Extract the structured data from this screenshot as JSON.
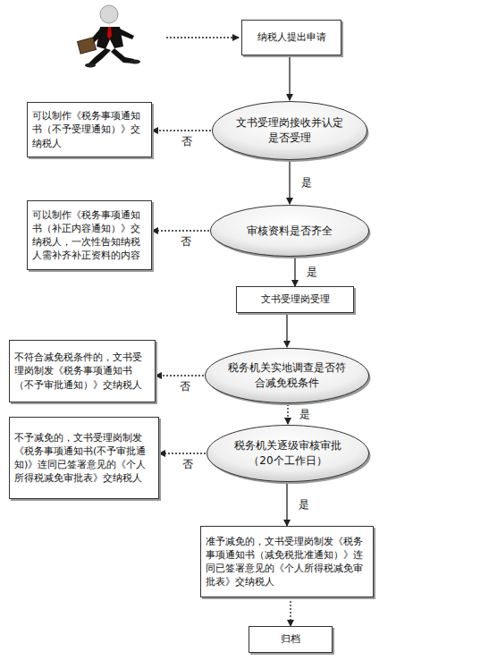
{
  "diagram": {
    "nodes": [
      {
        "text": [
          "纳税人提出申请"
        ]
      },
      {
        "text": [
          "文书受理岗接收并认定是否受理"
        ]
      },
      {
        "text": [
          "可以制作《税务事项通知书（不予受理通知）》交纳税人"
        ]
      },
      {
        "text": [
          "审核资料是否齐全"
        ]
      },
      {
        "text": [
          "可以制作《税务事项通知书（补正内容通知）》交纳税人，一次性告知纳税人需补齐补正资料的内容"
        ]
      },
      {
        "text": [
          "文书受理岗受理"
        ]
      },
      {
        "text": [
          "税务机关实地调查是否符合减免税条件"
        ]
      },
      {
        "text": [
          "不符合减免税条件的，文书受理岗制发《税务事项通知书（不予审批通知）》交纳税人"
        ]
      },
      {
        "text": [
          "税务机关逐级审核审批（20个工作日）"
        ]
      },
      {
        "text": [
          "不予减免的，文书受理岗制发《税务事项通知书(不予审批通知)》连同已签署意见的《个人所得税减免审批表》交纳税人"
        ]
      },
      {
        "text": [
          "准予减免的，文书受理岗制发《税务事项通知书（减免税批准通知）》连同已签署意见的《个人所得税减免审批表》交纳税人"
        ]
      },
      {
        "text": [
          "归档"
        ]
      }
    ],
    "edges": [
      {
        "from": 0,
        "to": 1,
        "arrow": "to"
      },
      {
        "from": 1,
        "to": 2,
        "label": "否",
        "arrow": "to"
      },
      {
        "from": 1,
        "to": 3,
        "label": "是",
        "arrow": "to"
      },
      {
        "from": 3,
        "to": 4,
        "label": "否",
        "arrow": "to"
      },
      {
        "from": 3,
        "to": 5,
        "label": "是",
        "arrow": "to"
      },
      {
        "from": 5,
        "to": 6,
        "arrow": "to"
      },
      {
        "from": 6,
        "to": 7,
        "label": "否",
        "arrow": "to"
      },
      {
        "from": 6,
        "to": 8,
        "label": "是",
        "arrow": "to"
      },
      {
        "from": 8,
        "to": 9,
        "label": "否",
        "arrow": "to"
      },
      {
        "from": 8,
        "to": 10,
        "label": "是",
        "arrow": "to"
      },
      {
        "from": 10,
        "to": 11,
        "arrow": "to"
      }
    ]
  }
}
